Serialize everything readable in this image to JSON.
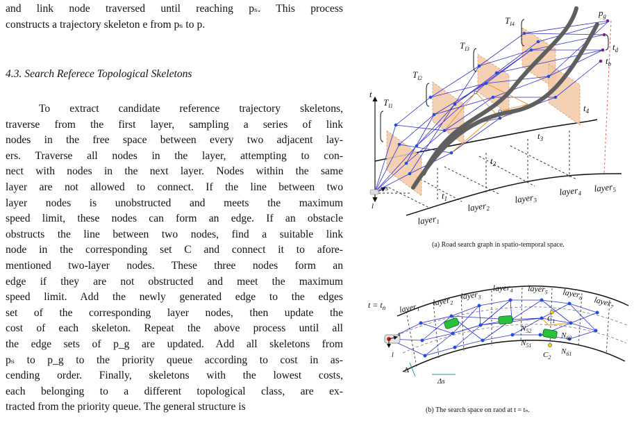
{
  "text": {
    "top_lines": [
      "and link node traversed until reaching pₛ. This process",
      "constructs a trajectory skeleton e from pₛ to p."
    ],
    "section_title": "4.3. Search Referece Topological Skeletons",
    "para_lines": [
      "To extract candidate reference trajectory skeletons,",
      "traverse from the first layer, sampling a series of link",
      "nodes in the free space between every two adjacent lay-",
      "ers. Traverse all nodes in the layer, attempting to con-",
      "nect with nodes in the next layer. Nodes within the same",
      "layer are not allowed to connect. If the line between two",
      "layer nodes is unobstructed and meets the maximum",
      "speed limit, these nodes can form an edge. If an obstacle",
      "obstructs the line between two nodes, find a suitable link",
      "node in the corresponding set C and connect it to afore-",
      "mentioned two-layer nodes. These three nodes form an",
      "edge if they are not obstructed and meet the maximum",
      "speed limit. Add the newly generated edge to the edges",
      "set of the corresponding layer nodes, then update the",
      "cost of each skeleton. Repeat the above process until all",
      "the edge sets of p_g are updated. Add all skeletons from",
      "pₛ to p_g to the priority queue according to cost in as-",
      "cending order. Finally, skeletons with the lowest costs,",
      "each belonging to a different topological class, are ex-",
      "tracted from the priority queue. The general structure is"
    ]
  },
  "figure": {
    "caption_a": "(a) Road search graph in spatio-temporal space.",
    "caption_b": "(b) The search space on raod at t = tₙ.",
    "labels_a": {
      "t_axis": "t",
      "s_axis": "s",
      "l_axis": "l",
      "pg": "p",
      "pg_sub": "g",
      "td": "t",
      "td_sub": "d",
      "tb": "t",
      "tb_sub": "b",
      "TI1": "T",
      "TI1_sub": "I1",
      "TI2": "T",
      "TI2_sub": "I2",
      "TI3": "T",
      "TI3_sub": "I3",
      "TI4": "T",
      "TI4_sub": "I4",
      "t1": "t",
      "t1_sub": "1",
      "t2": "t",
      "t2_sub": "2",
      "t3": "t",
      "t3_sub": "3",
      "t4": "t",
      "t4_sub": "4",
      "layer1": "layer",
      "layer1_sub": "1",
      "layer2": "layer",
      "layer2_sub": "2",
      "layer3": "layer",
      "layer3_sub": "3",
      "layer4": "layer",
      "layer4_sub": "4",
      "layer5": "layer",
      "layer5_sub": "5"
    },
    "labels_b": {
      "t_eq": "t = t",
      "t_eq_sub": "n",
      "layer1": "layer",
      "layer1_sub": "1",
      "layer2": "layer",
      "layer2_sub": "2",
      "layer3": "layer",
      "layer3_sub": "3",
      "layer4": "layer",
      "layer4_sub": "4",
      "layer5": "layer",
      "layer5_sub": "5",
      "layer6": "layer",
      "layer6_sub": "6",
      "layer7": "layer",
      "layer7_sub": "7",
      "N52": "N",
      "N52_sub": "52",
      "N51": "N",
      "N51_sub": "51",
      "N62": "N",
      "N62_sub": "62",
      "N61": "N",
      "N61_sub": "61",
      "C1": "C",
      "C1_sub": "1",
      "C2": "C",
      "C2_sub": "2",
      "s": "s",
      "l": "l",
      "delta": "Δ",
      "delta_s": "Δs"
    },
    "colors": {
      "edge": "#2b2bd6",
      "node": "#1f4fe0",
      "link_edge": "#f08a1c",
      "obstacle_path": "#5a5a5a",
      "panel": "#f2c9a6",
      "car": "#27c23a",
      "link_node": "#f3d200"
    }
  }
}
